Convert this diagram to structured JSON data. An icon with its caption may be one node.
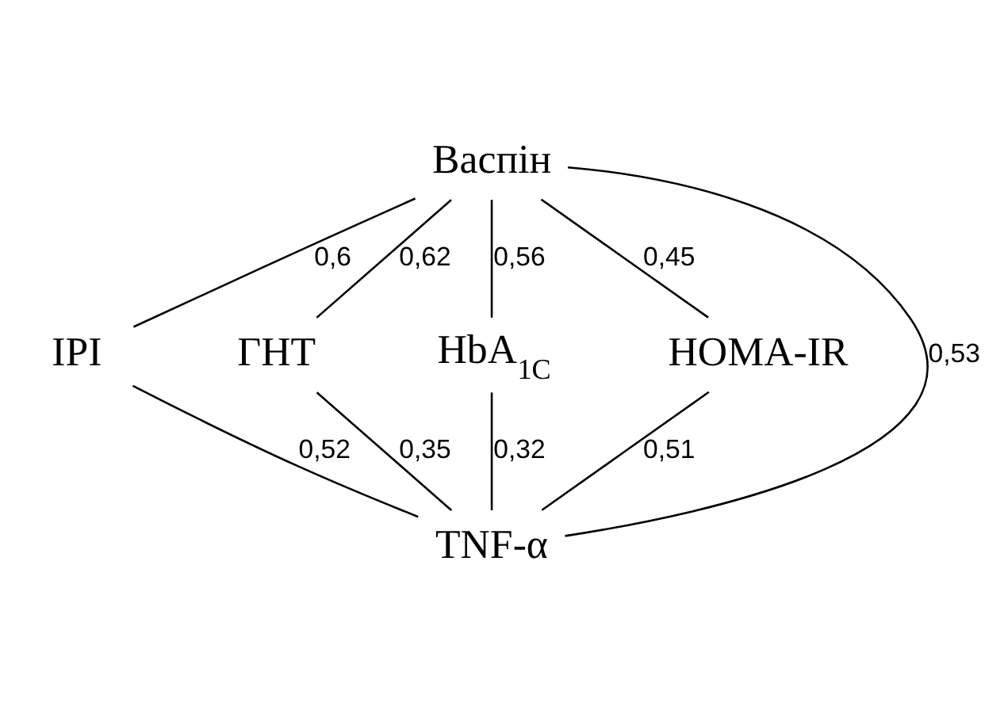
{
  "diagram": {
    "nodes": [
      {
        "text": [
          "Васпін"
        ]
      },
      {
        "text": [
          "IPI"
        ]
      },
      {
        "text": [
          "ГНТ"
        ]
      },
      {
        "text": [
          "HbA$_{1C}$"
        ]
      },
      {
        "text": [
          "HOMA-IR"
        ]
      },
      {
        "text": [
          "TNF-α"
        ]
      }
    ],
    "edges": [
      {
        "from": 0,
        "to": 1,
        "arrow": "none",
        "label": "0,6"
      },
      {
        "from": 0,
        "to": 2,
        "arrow": "none",
        "label": "0,62"
      },
      {
        "from": 0,
        "to": 3,
        "arrow": "none",
        "label": "0,56"
      },
      {
        "from": 0,
        "to": 5,
        "arrow": "none",
        "label": "0,53"
      },
      {
        "from": 0,
        "to": 4,
        "arrow": "none",
        "label": "0,45"
      },
      {
        "from": 1,
        "to": 5,
        "arrow": "none",
        "label": "0,52"
      },
      {
        "from": 3,
        "to": 5,
        "arrow": "none",
        "label": "0,32"
      },
      {
        "from": 4,
        "to": 5,
        "arrow": "none",
        "label": "0,51"
      },
      {
        "from": 2,
        "to": 5,
        "arrow": "none",
        "label": "0,35"
      }
    ]
  }
}
